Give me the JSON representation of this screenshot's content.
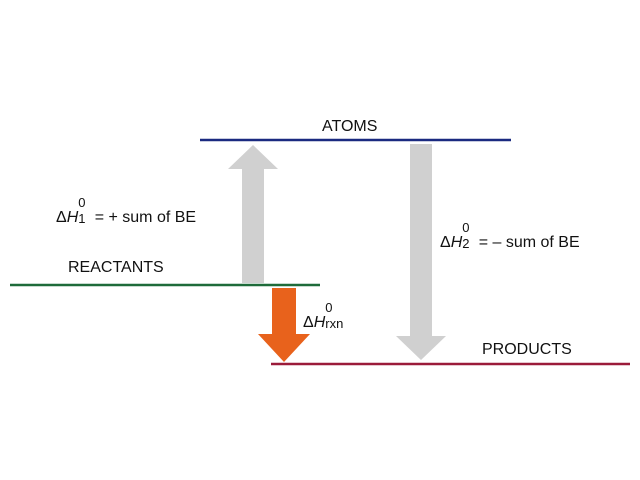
{
  "levels": {
    "atoms": {
      "label": "ATOMS",
      "color": "#1a2a80"
    },
    "reactants": {
      "label": "REACTANTS",
      "color": "#1e6b3a"
    },
    "products": {
      "label": "PRODUCTS",
      "color": "#9b1b3a"
    }
  },
  "arrows": {
    "up": {
      "color": "#d0d0d0"
    },
    "down_long": {
      "color": "#d0d0d0"
    },
    "rxn": {
      "color": "#e8621c"
    }
  },
  "equations": {
    "h1": {
      "delta": "Δ",
      "symbol": "H",
      "superscript": "0",
      "subscript": "1",
      "rhs": " = + sum of BE"
    },
    "h2": {
      "delta": "Δ",
      "symbol": "H",
      "superscript": "0",
      "subscript": "2",
      "rhs": " = – sum of BE"
    },
    "hrxn": {
      "delta": "Δ",
      "symbol": "H",
      "superscript": "0",
      "subscript": "rxn"
    }
  }
}
